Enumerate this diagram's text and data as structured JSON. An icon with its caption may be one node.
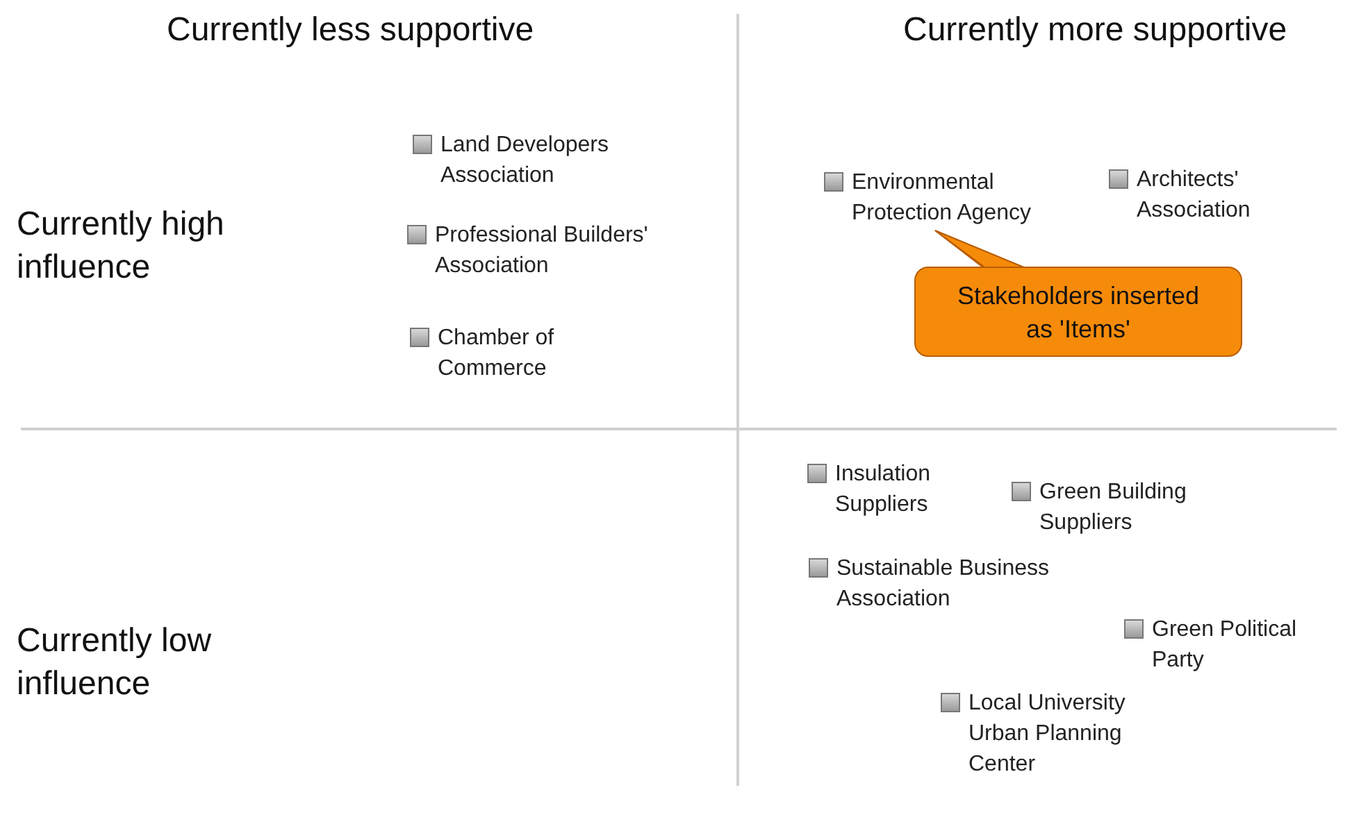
{
  "diagram": {
    "nodes": [
      {
        "text": [
          "Land Developers Association"
        ]
      },
      {
        "text": [
          "Professional Builders' Association"
        ]
      },
      {
        "text": [
          "Chamber of Commerce"
        ]
      },
      {
        "text": [
          "Environmental Protection Agency"
        ]
      },
      {
        "text": [
          "Architects' Association"
        ]
      },
      {
        "text": [
          "Stakeholders inserted as 'Items'"
        ]
      },
      {
        "text": [
          "Insulation Suppliers"
        ]
      },
      {
        "text": [
          "Green Building Suppliers"
        ]
      },
      {
        "text": [
          "Sustainable Business Association"
        ]
      },
      {
        "text": [
          "Green Political Party"
        ]
      },
      {
        "text": [
          "Local University Urban Planning Center"
        ]
      }
    ],
    "edges": [
      {
        "from": 5,
        "to": 3,
        "arrow": "none"
      }
    ],
    "labels": [
      "Currently less supportive",
      "Currently more supportive",
      "Currently high influence",
      "Currently low influence"
    ]
  }
}
